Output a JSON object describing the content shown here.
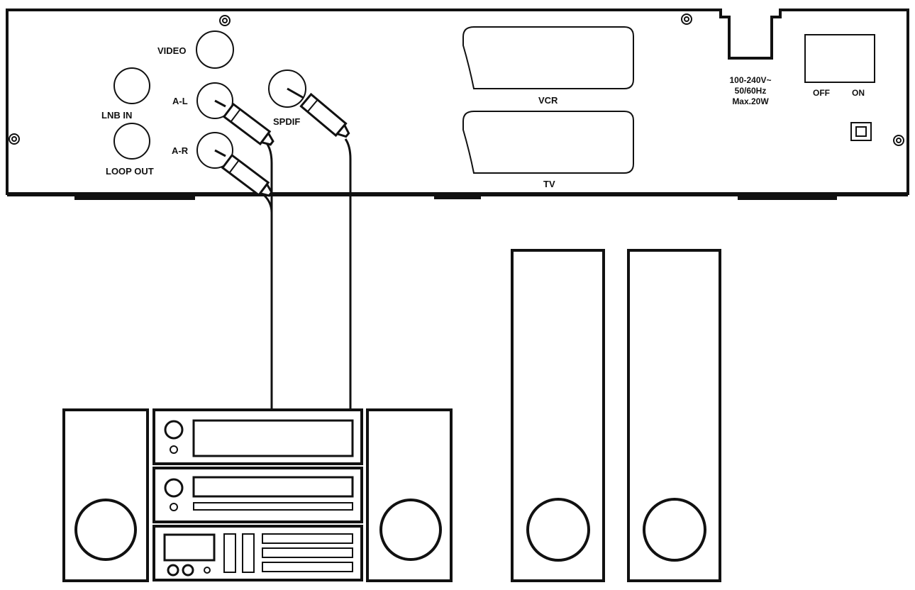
{
  "labels": {
    "video": "VIDEO",
    "lnb_in": "LNB IN",
    "loop_out": "LOOP OUT",
    "a_l": "A-L",
    "a_r": "A-R",
    "spdif": "SPDIF",
    "vcr": "VCR",
    "tv": "TV",
    "power_voltage": "100-240V~",
    "power_freq": "50/60Hz",
    "power_max": "Max.20W",
    "off": "OFF",
    "on": "ON"
  }
}
